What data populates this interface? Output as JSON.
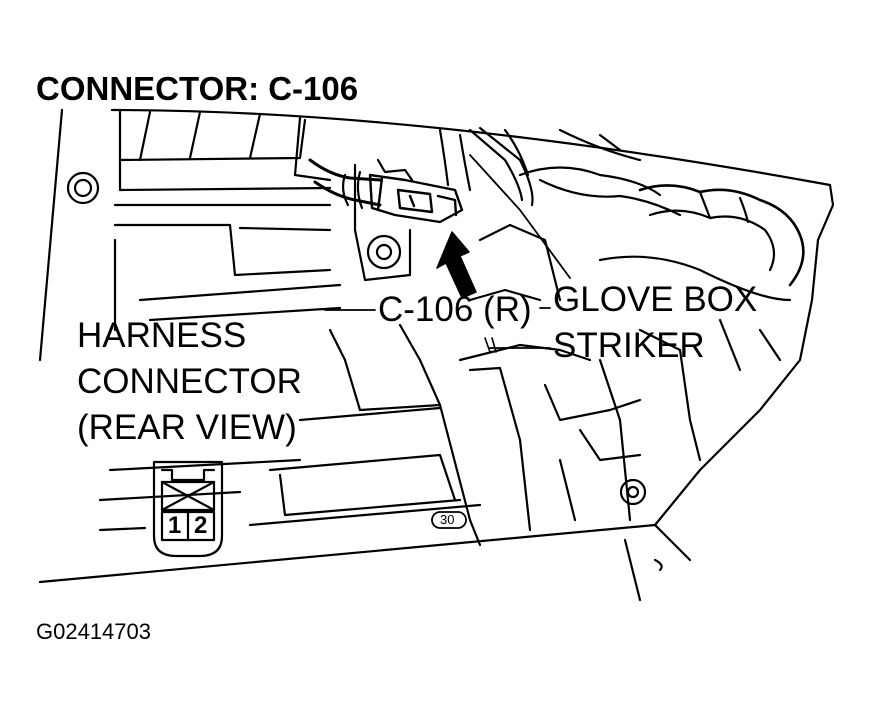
{
  "title": "CONNECTOR: C-106",
  "labels": {
    "connector_id": "C-106 (R)",
    "glove_box_line1": "GLOVE BOX",
    "glove_box_line2": "STRIKER",
    "harness_line1": "HARNESS",
    "harness_line2": "CONNECTOR",
    "harness_line3": "(REAR VIEW)",
    "pin_1": "1",
    "pin_2": "2",
    "part_mark": "30"
  },
  "figure_id": "G02414703",
  "icons": [
    "connector-face-icon",
    "arrow-icon"
  ],
  "colors": {
    "ink": "#000000",
    "paper": "#ffffff"
  }
}
